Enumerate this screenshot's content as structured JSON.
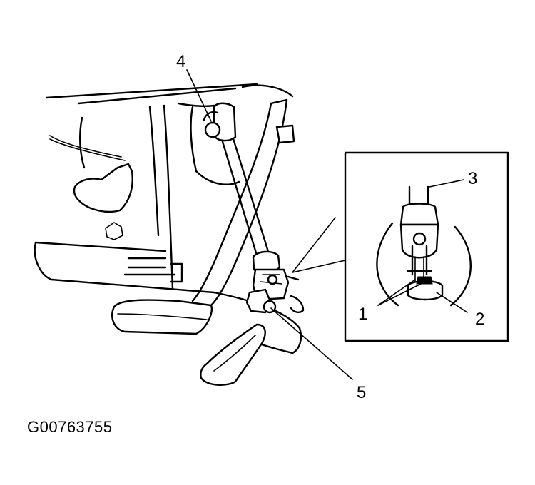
{
  "callouts": {
    "c1": "1",
    "c2": "2",
    "c3": "3",
    "c4": "4",
    "c5": "5"
  },
  "figure_id": "G00763755"
}
